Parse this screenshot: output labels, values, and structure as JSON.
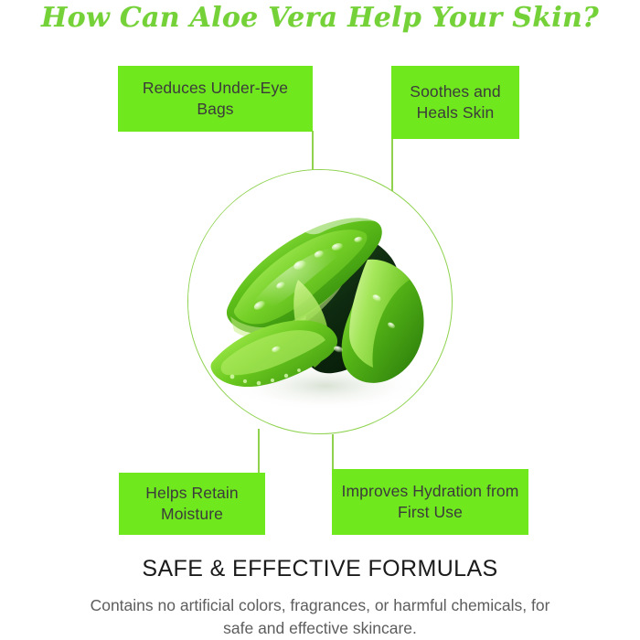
{
  "poster": {
    "title": "How Can Aloe Vera Help Your Skin?",
    "headline": "SAFE & EFFECTIVE FORMULAS",
    "body": "Contains no artificial colors, fragrances, or harmful chemicals, for safe and effective skincare.",
    "colors": {
      "box_green": "#70e81e",
      "title_green": "#74d137",
      "line_green": "#8ed24e",
      "box_text": "#3b3b3b",
      "headline_text": "#1b1b1b",
      "body_text": "#5d5d5d",
      "background": "#ffffff"
    }
  },
  "benefits": [
    {
      "id": "reduces",
      "label": "Reduces Under-Eye Bags",
      "position": "top-left"
    },
    {
      "id": "soothes",
      "label": "Soothes and Heals Skin",
      "position": "top-right"
    },
    {
      "id": "moisture",
      "label": "Helps Retain Moisture",
      "position": "bottom-left"
    },
    {
      "id": "hydration",
      "label": "Improves Hydration from First Use",
      "position": "bottom-right"
    }
  ],
  "center_image": {
    "subject": "aloe-vera-leaf-slices",
    "description": "Sliced aloe vera leaves with gel and water droplets inside a circular frame"
  }
}
